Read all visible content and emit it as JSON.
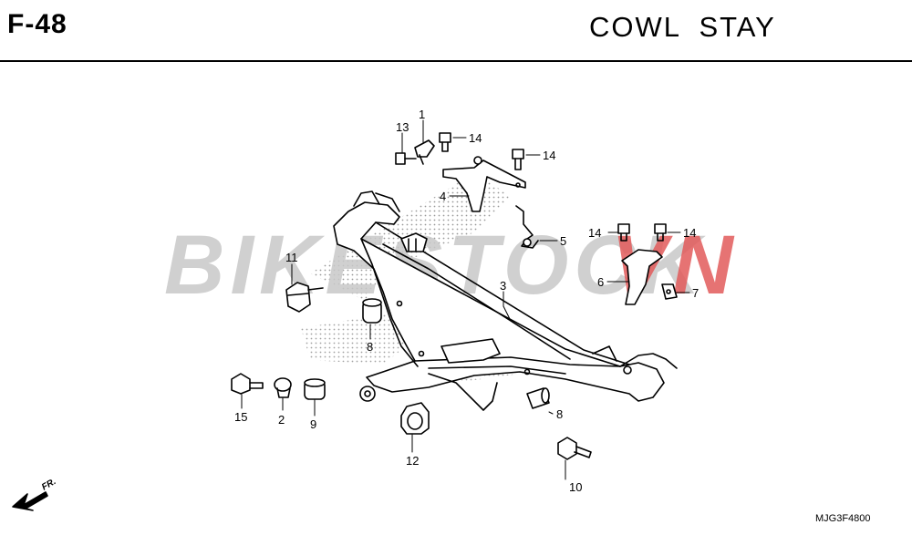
{
  "header": {
    "code": "F-48",
    "title": "COWL  STAY"
  },
  "watermark": {
    "text_left": "BIKESTOCK",
    "text_right": "VN"
  },
  "callouts": {
    "c1": "1",
    "c2": "2",
    "c3": "3",
    "c4": "4",
    "c5": "5",
    "c6": "6",
    "c7": "7",
    "c8a": "8",
    "c8b": "8",
    "c9": "9",
    "c10": "10",
    "c11": "11",
    "c12": "12",
    "c13": "13",
    "c14a": "14",
    "c14b": "14",
    "c14c": "14",
    "c14d": "14",
    "c15": "15"
  },
  "direction": {
    "label": "FR."
  },
  "footer": {
    "ref_code": "MJG3F4800"
  },
  "colors": {
    "watermark_gray": "#c8c8c8",
    "watermark_red": "#e25a5a",
    "line": "#000000"
  }
}
